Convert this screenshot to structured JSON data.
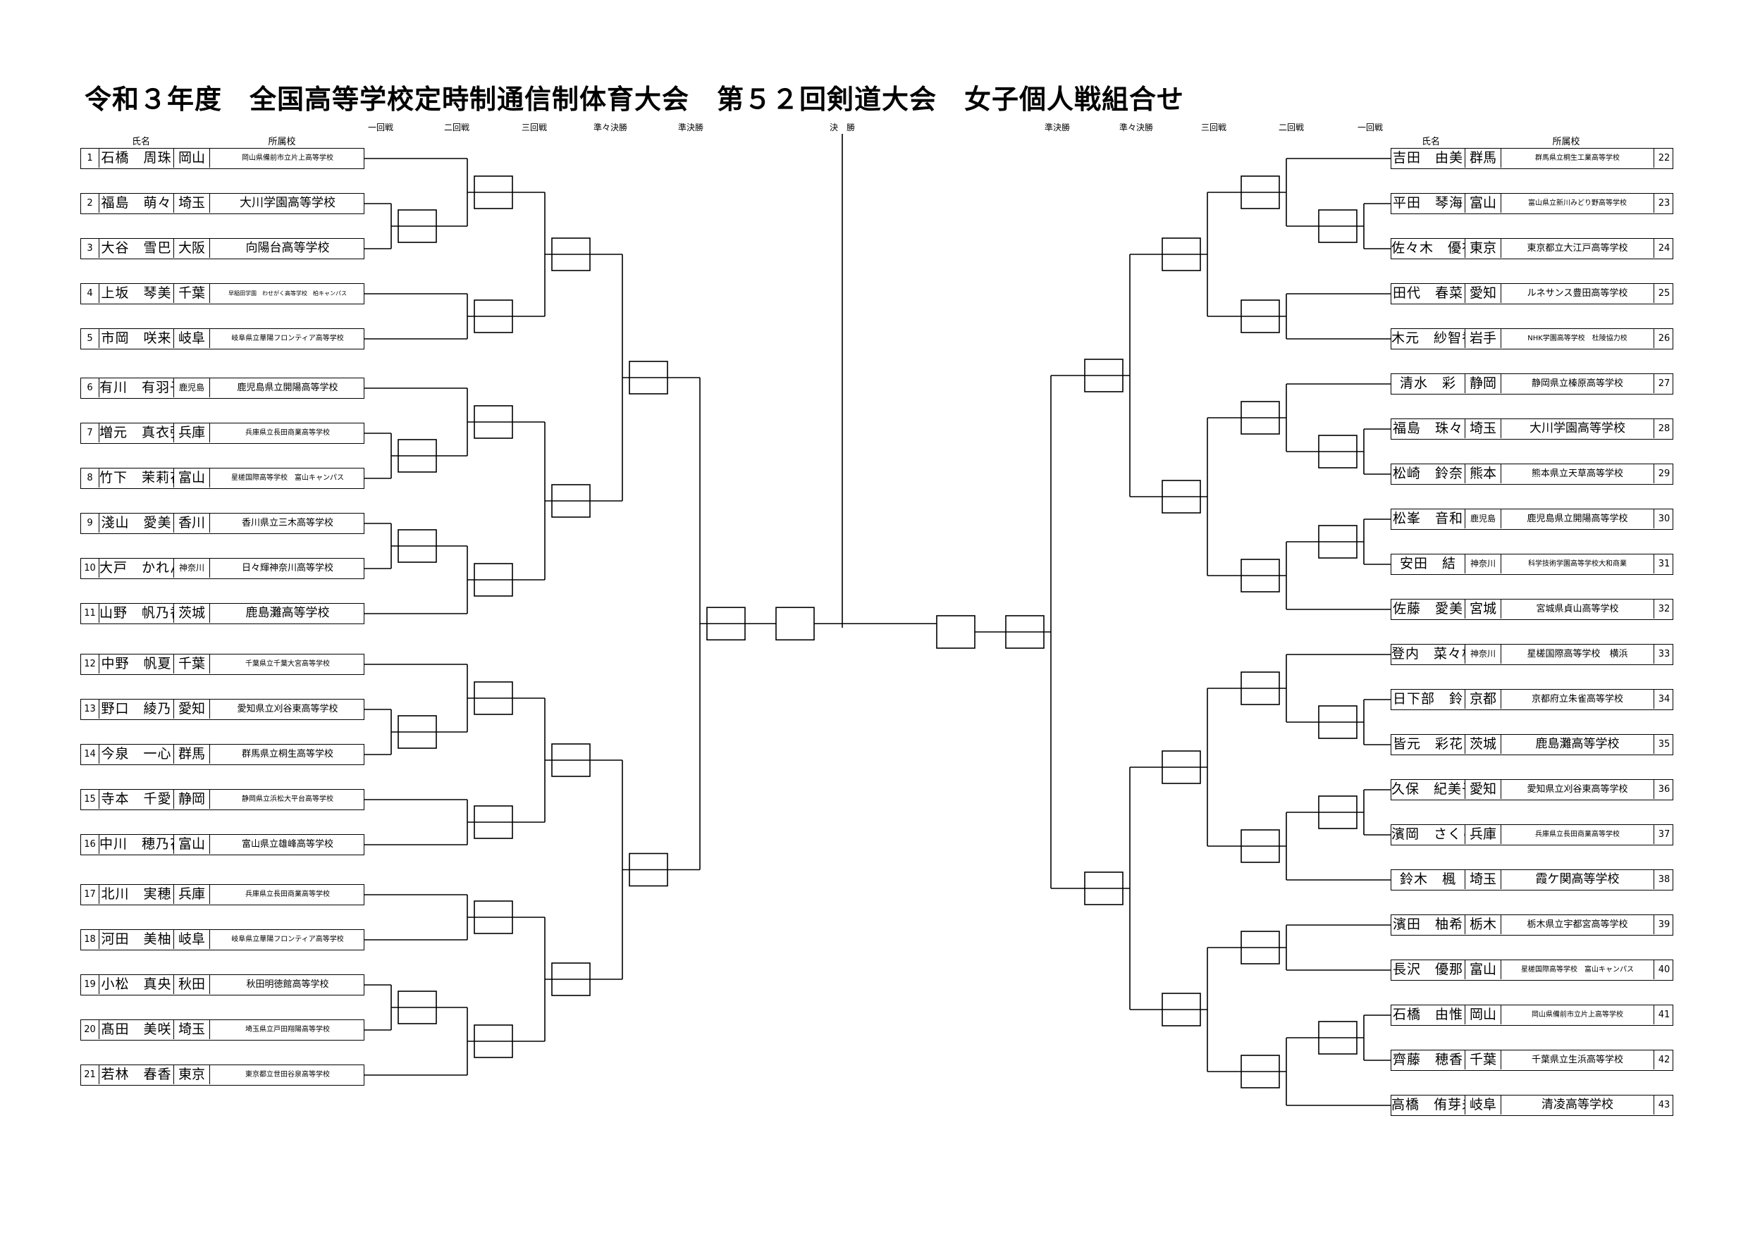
{
  "title": "令和３年度　全国高等学校定時制通信制体育大会　第５２回剣道大会　女子個人戦組合せ",
  "round_labels": {
    "left": [
      "一回戦",
      "二回戦",
      "三回戦",
      "準々決勝",
      "準決勝"
    ],
    "final": "決　勝",
    "right": [
      "準決勝",
      "準々決勝",
      "三回戦",
      "二回戦",
      "一回戦"
    ]
  },
  "column_headers": {
    "name": "氏名",
    "school": "所属校"
  },
  "left_players": [
    {
      "no": "1",
      "name": "石橋　周珠",
      "pref": "岡山",
      "school": "岡山県備前市立片上高等学校"
    },
    {
      "no": "2",
      "name": "福島　萌々",
      "pref": "埼玉",
      "school": "大川学園高等学校"
    },
    {
      "no": "3",
      "name": "大谷　雪巴",
      "pref": "大阪",
      "school": "向陽台高等学校"
    },
    {
      "no": "4",
      "name": "上坂　琴美",
      "pref": "千葉",
      "school": "早稲田学園　わせがく高等学校　柏キャンパス"
    },
    {
      "no": "5",
      "name": "市岡　咲来",
      "pref": "岐阜",
      "school": "岐阜県立華陽フロンティア高等学校"
    },
    {
      "no": "6",
      "name": "有川　有羽子",
      "pref": "鹿児島",
      "school": "鹿児島県立開陽高等学校"
    },
    {
      "no": "7",
      "name": "増元　真衣弥",
      "pref": "兵庫",
      "school": "兵庫県立長田商業高等学校"
    },
    {
      "no": "8",
      "name": "竹下　茉莉花",
      "pref": "富山",
      "school": "星槎国際高等学校　富山キャンパス"
    },
    {
      "no": "9",
      "name": "淺山　愛美",
      "pref": "香川",
      "school": "香川県立三木高等学校"
    },
    {
      "no": "10",
      "name": "大戸　かれん",
      "pref": "神奈川",
      "school": "日々輝神奈川高等学校"
    },
    {
      "no": "11",
      "name": "山野　帆乃香",
      "pref": "茨城",
      "school": "鹿島灘高等学校"
    },
    {
      "no": "12",
      "name": "中野　帆夏",
      "pref": "千葉",
      "school": "千葉県立千葉大宮高等学校"
    },
    {
      "no": "13",
      "name": "野口　綾乃",
      "pref": "愛知",
      "school": "愛知県立刈谷東高等学校"
    },
    {
      "no": "14",
      "name": "今泉　一心",
      "pref": "群馬",
      "school": "群馬県立桐生高等学校"
    },
    {
      "no": "15",
      "name": "寺本　千愛",
      "pref": "静岡",
      "school": "静岡県立浜松大平台高等学校"
    },
    {
      "no": "16",
      "name": "中川　穂乃花",
      "pref": "富山",
      "school": "富山県立雄峰高等学校"
    },
    {
      "no": "17",
      "name": "北川　実穂",
      "pref": "兵庫",
      "school": "兵庫県立長田商業高等学校"
    },
    {
      "no": "18",
      "name": "河田　美柚",
      "pref": "岐阜",
      "school": "岐阜県立華陽フロンティア高等学校"
    },
    {
      "no": "19",
      "name": "小松　真央",
      "pref": "秋田",
      "school": "秋田明徳館高等学校"
    },
    {
      "no": "20",
      "name": "髙田　美咲",
      "pref": "埼玉",
      "school": "埼玉県立戸田翔陽高等学校"
    },
    {
      "no": "21",
      "name": "若林　春香",
      "pref": "東京",
      "school": "東京都立世田谷泉高等学校"
    }
  ],
  "right_players": [
    {
      "no": "22",
      "name": "吉田　由美",
      "pref": "群馬",
      "school": "群馬県立桐生工業高等学校"
    },
    {
      "no": "23",
      "name": "平田　琴海",
      "pref": "富山",
      "school": "富山県立新川みどり野高等学校"
    },
    {
      "no": "24",
      "name": "佐々木　優衣",
      "pref": "東京",
      "school": "東京都立大江戸高等学校"
    },
    {
      "no": "25",
      "name": "田代　春菜",
      "pref": "愛知",
      "school": "ルネサンス豊田高等学校"
    },
    {
      "no": "26",
      "name": "木元　紗智香",
      "pref": "岩手",
      "school": "NHK学園高等学校　杜陵協力校"
    },
    {
      "no": "27",
      "name": "清水　彩",
      "pref": "静岡",
      "school": "静岡県立榛原高等学校"
    },
    {
      "no": "28",
      "name": "福島　珠々",
      "pref": "埼玉",
      "school": "大川学園高等学校"
    },
    {
      "no": "29",
      "name": "松崎　鈴奈",
      "pref": "熊本",
      "school": "熊本県立天草高等学校"
    },
    {
      "no": "30",
      "name": "松峯　音和",
      "pref": "鹿児島",
      "school": "鹿児島県立開陽高等学校"
    },
    {
      "no": "31",
      "name": "安田　結",
      "pref": "神奈川",
      "school": "科学技術学園高等学校大和商業"
    },
    {
      "no": "32",
      "name": "佐藤　愛美",
      "pref": "宮城",
      "school": "宮城県貞山高等学校"
    },
    {
      "no": "33",
      "name": "登内　菜々桜",
      "pref": "神奈川",
      "school": "星槎国際高等学校　横浜"
    },
    {
      "no": "34",
      "name": "日下部　鈴",
      "pref": "京都",
      "school": "京都府立朱雀高等学校"
    },
    {
      "no": "35",
      "name": "皆元　彩花",
      "pref": "茨城",
      "school": "鹿島灘高等学校"
    },
    {
      "no": "36",
      "name": "久保　紀美子",
      "pref": "愛知",
      "school": "愛知県立刈谷東高等学校"
    },
    {
      "no": "37",
      "name": "濱岡　さくら",
      "pref": "兵庫",
      "school": "兵庫県立長田商業高等学校"
    },
    {
      "no": "38",
      "name": "鈴木　楓",
      "pref": "埼玉",
      "school": "霞ケ関高等学校"
    },
    {
      "no": "39",
      "name": "濱田　柚希",
      "pref": "栃木",
      "school": "栃木県立宇都宮高等学校"
    },
    {
      "no": "40",
      "name": "長沢　優那",
      "pref": "富山",
      "school": "星槎国際高等学校　富山キャンパス"
    },
    {
      "no": "41",
      "name": "石橋　由惟",
      "pref": "岡山",
      "school": "岡山県備前市立片上高等学校"
    },
    {
      "no": "42",
      "name": "齊藤　穂香",
      "pref": "千葉",
      "school": "千葉県立生浜高等学校"
    },
    {
      "no": "43",
      "name": "高橋　侑芽未",
      "pref": "岐阜",
      "school": "清凌高等学校"
    }
  ]
}
